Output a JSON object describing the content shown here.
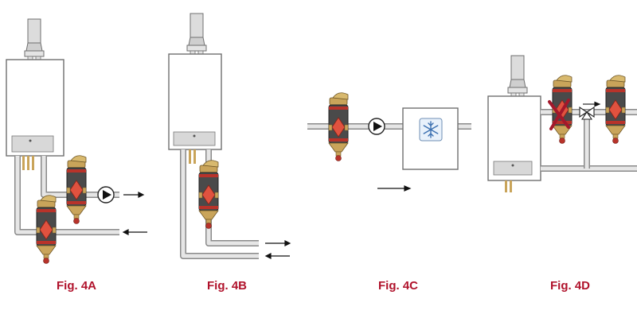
{
  "figures": [
    {
      "id": "4A",
      "label": "Fig. 4A"
    },
    {
      "id": "4B",
      "label": "Fig. 4B"
    },
    {
      "id": "4C",
      "label": "Fig. 4C"
    },
    {
      "id": "4D",
      "label": "Fig. 4D"
    }
  ],
  "colors": {
    "caption": "#b0122b",
    "pipe_outline": "#8a8a8a",
    "pipe_fill": "#e6e6e6",
    "boiler_outline": "#6f6f6f",
    "boiler_fill": "#ffffff",
    "panel_fill": "#d8d8d8",
    "separator_body": "#4a4a4a",
    "separator_band": "#b8332a",
    "separator_window": "#e0523f",
    "brass": "#c9a45a",
    "cross_mark": "#a3182b"
  },
  "icons": {
    "pump": "pump-icon",
    "snowflake": "snowflake-icon",
    "valve": "three-way-valve-icon",
    "cross": "cross-mark-icon",
    "flow_arrow": "flow-arrow-icon"
  }
}
